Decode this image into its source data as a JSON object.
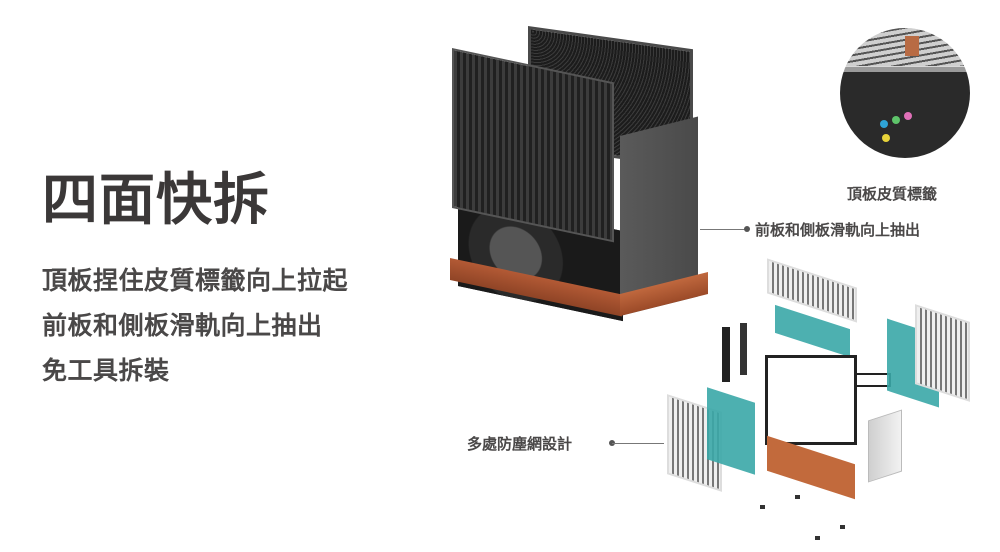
{
  "headline": "四面快拆",
  "features": [
    "頂板捏住皮質標籤向上拉起",
    "前板和側板滑軌向上抽出",
    "免工具拆裝"
  ],
  "callouts": {
    "top_panel_label": "頂板皮質標籤",
    "front_side_slide": "前板和側板滑軌向上抽出",
    "dust_filter": "多處防塵網設計"
  },
  "colors": {
    "text_primary": "#3b3838",
    "text_secondary": "#4a4848",
    "wood_accent": "#b35a35",
    "filter_teal": "#3aa7a7",
    "case_dark": "#2a2a2a"
  },
  "illustrations": {
    "main_product": "assembled-pc-case-with-wood-base",
    "detail_zoom": "top-panel-leather-tab-and-io-ports",
    "exploded_view": "exploded-pc-case-parts"
  }
}
